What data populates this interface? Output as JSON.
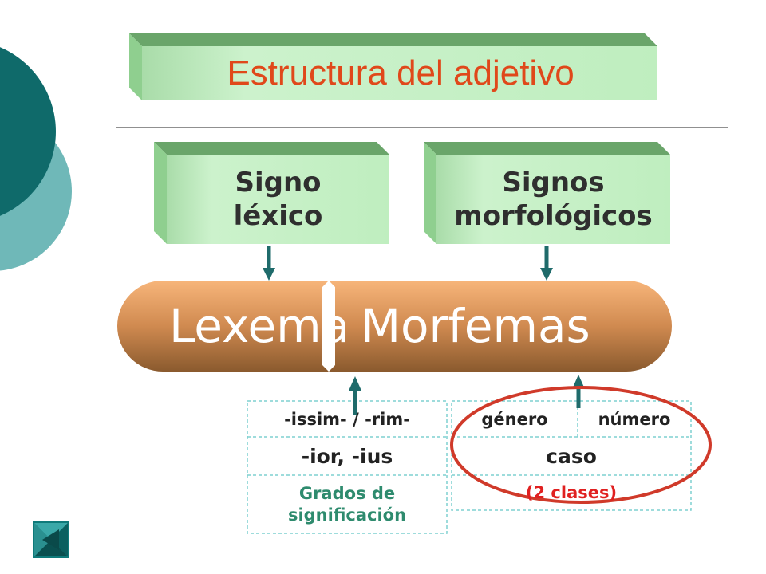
{
  "title": "Estructura del adjetivo",
  "boxes": {
    "lexical": "Signo\nléxico",
    "morphological": "Signos\nmorfológicos"
  },
  "pill": {
    "left": "Lexema",
    "right": "Morfemas"
  },
  "table_left": {
    "row1": "-issim- / -rim-",
    "row2": "-ior, -ius",
    "row3": "Grados de\nsignificación"
  },
  "table_right": {
    "row1_a": "género",
    "row1_b": "número",
    "row2": "caso",
    "row3": "(2 clases)"
  },
  "colors": {
    "title": "#e0481a",
    "green_box": "#c6f0c6",
    "pill": "#d9925a",
    "teal": "#1f6b6b",
    "dashed_border": "#7fd0d0",
    "table_green": "#2e8b6e",
    "table_red": "#e02020",
    "circle": "#d03a2a"
  },
  "icons": [
    "back-nav-icon"
  ]
}
